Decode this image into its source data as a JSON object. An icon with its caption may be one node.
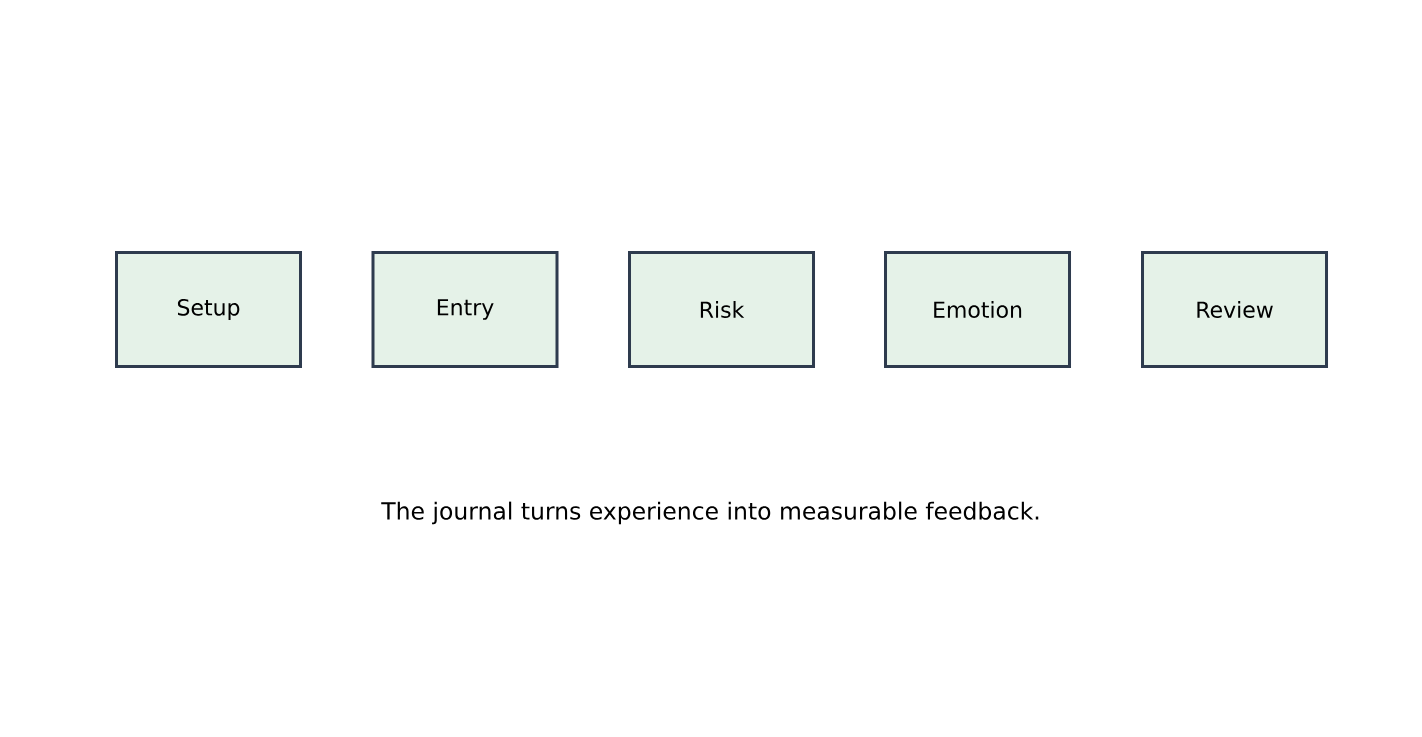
{
  "diagram": {
    "caption": "The journal turns experience into measurable feedback.",
    "nodes": [
      {
        "text": [
          "Setup"
        ]
      },
      {
        "text": [
          "Entry"
        ]
      },
      {
        "text": [
          "Risk"
        ]
      },
      {
        "text": [
          "Emotion"
        ]
      },
      {
        "text": [
          "Review"
        ]
      }
    ]
  }
}
